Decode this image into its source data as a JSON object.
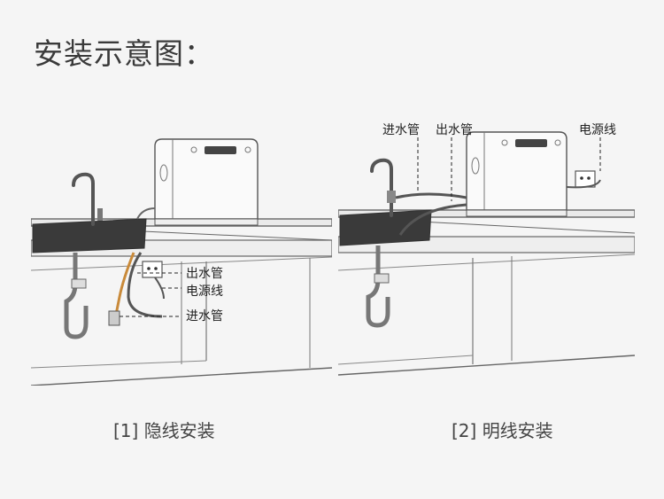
{
  "title": "安装示意图：",
  "left": {
    "caption": "[1] 隐线安装",
    "labels": {
      "outlet": "出水管",
      "power": "电源线",
      "inlet": "进水管"
    }
  },
  "right": {
    "caption": "[2] 明线安装",
    "labels": {
      "inlet": "进水管",
      "outlet": "出水管",
      "power": "电源线"
    }
  },
  "colors": {
    "stroke": "#555555",
    "hose": "#555555",
    "copper": "#c98a3a"
  }
}
